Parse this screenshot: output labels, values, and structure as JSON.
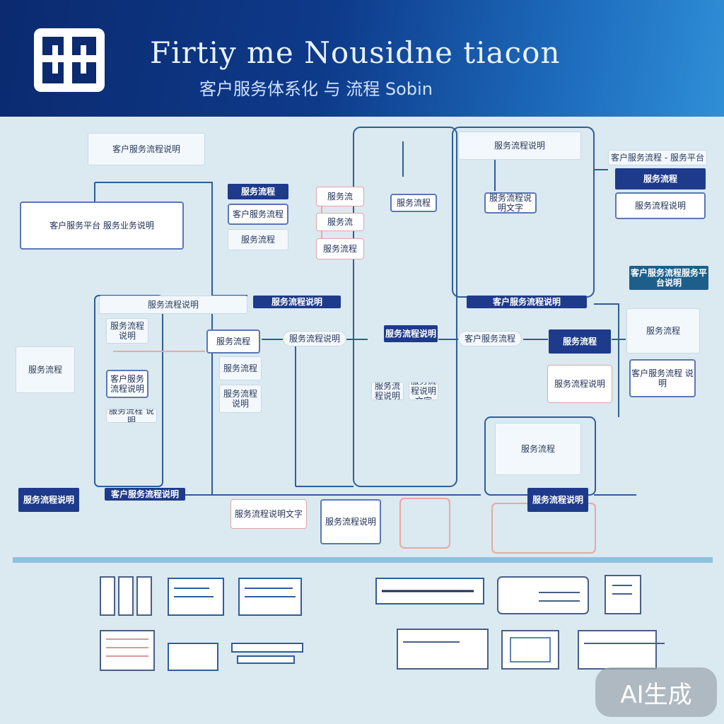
{
  "header": {
    "title": "Firtiy me Nousidne tiacon",
    "subtitle": "客户服务体系化 与 流程 Sobin"
  },
  "nodes": {
    "n01": "客户服务流程说明",
    "n02": "客户服务平台 服务业务说明",
    "n03": "服务流程",
    "n04": "客户服务流程",
    "n05": "服务流程",
    "n06": "服务流",
    "n07": "服务流",
    "n08": "服务流程",
    "n09": "服务流程",
    "n10": "服务流程说明",
    "n11": "服务流程说明文字",
    "n12": "服务流程",
    "n13": "客户服务流程 - 服务平台",
    "n14": "服务流程说明",
    "n15": "客户服务流程服务平台说明",
    "n16": "服务流程说明",
    "n17": "服务流程说明",
    "n18": "客户服务流程说明",
    "n19": "服务流程",
    "n20": "服务流程说明",
    "n21": "客户服务流程说明",
    "n22": "服务流程 说明",
    "n23": "服务流程",
    "n24": "服务流程说明",
    "n25": "服务流程说明",
    "n26": "客户服务流程",
    "n27": "服务流程",
    "n28": "服务流程",
    "n29": "服务流程",
    "n30": "服务流程说明",
    "n31": "服务流程说明",
    "n32": "服务流程说明文字",
    "n33": "服务流程说明",
    "n34": "客户服务流程 说明",
    "n35": "服务流程",
    "n36": "服务流程说明",
    "n37": "客户服务流程说明",
    "n38": "服务流程说明文字",
    "n39": "服务流程说明",
    "n40": "服务流程说明"
  },
  "badge": "AI生成"
}
